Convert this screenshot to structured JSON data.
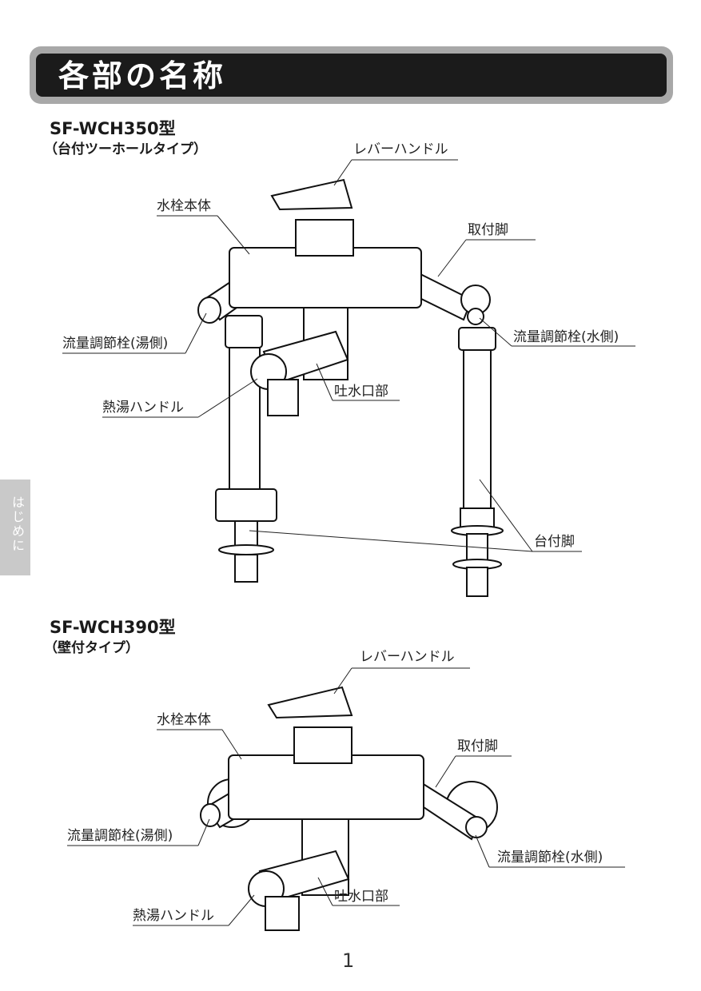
{
  "heading": "各部の名称",
  "side_tab": "はじめに",
  "page_number": "1",
  "section1": {
    "model": "SF-WCH350型",
    "type": "（台付ツーホールタイプ）",
    "labels": {
      "lever": "レバーハンドル",
      "body": "水栓本体",
      "mount_leg": "取付脚",
      "flow_hot": "流量調節栓(湯側)",
      "flow_cold": "流量調節栓(水側)",
      "spout": "吐水口部",
      "hot_handle": "熱湯ハンドル",
      "deck_leg": "台付脚"
    }
  },
  "section2": {
    "model": "SF-WCH390型",
    "type": "（壁付タイプ）",
    "labels": {
      "lever": "レバーハンドル",
      "body": "水栓本体",
      "mount_leg": "取付脚",
      "flow_hot": "流量調節栓(湯側)",
      "flow_cold": "流量調節栓(水側)",
      "spout": "吐水口部",
      "hot_handle": "熱湯ハンドル"
    }
  }
}
